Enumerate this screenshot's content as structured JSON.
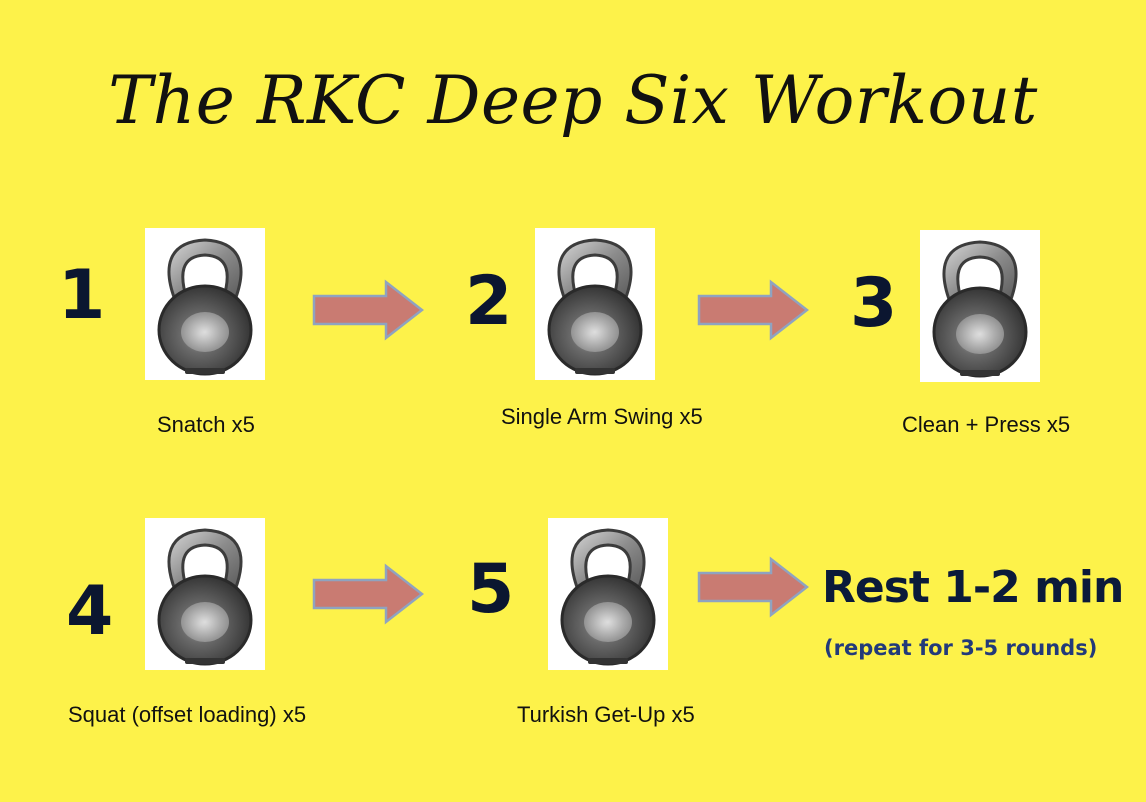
{
  "title": "The RKC Deep Six Workout",
  "colors": {
    "background": "#fdf24a",
    "numbers": "#0b1630",
    "arrow": "#c97b72",
    "rest_note": "#223a7a"
  },
  "steps": [
    {
      "number": "1",
      "label": "Snatch x5",
      "icon": "kettlebell-icon"
    },
    {
      "number": "2",
      "label": "Single Arm Swing x5",
      "icon": "kettlebell-icon"
    },
    {
      "number": "3",
      "label": "Clean + Press x5",
      "icon": "kettlebell-icon"
    },
    {
      "number": "4",
      "label": "Squat (offset loading) x5",
      "icon": "kettlebell-icon"
    },
    {
      "number": "5",
      "label": "Turkish Get-Up x5",
      "icon": "kettlebell-icon"
    }
  ],
  "rest": {
    "text": "Rest 1-2 min",
    "note": "(repeat for 3-5 rounds)"
  }
}
